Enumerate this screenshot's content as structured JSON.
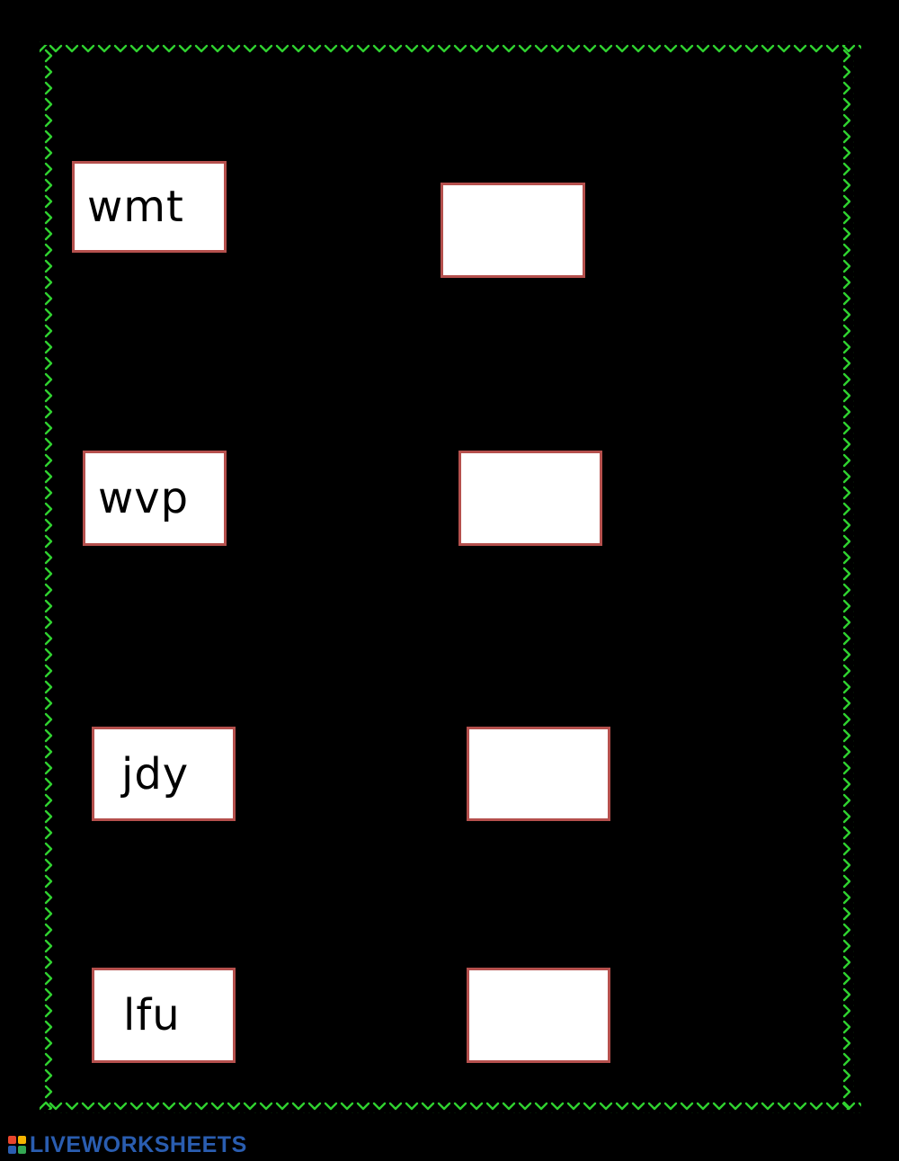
{
  "worksheet": {
    "rows": [
      {
        "scrambled": "wmt",
        "answer_value": ""
      },
      {
        "scrambled": "wvp",
        "answer_value": ""
      },
      {
        "scrambled": "jdy",
        "answer_value": ""
      },
      {
        "scrambled": "lfu",
        "answer_value": ""
      }
    ]
  },
  "colors": {
    "background": "#000000",
    "border_vine": "#2fd12f",
    "box_border": "#b5504d",
    "box_fill": "#ffffff",
    "brand": "#2a5db0"
  },
  "footer": {
    "brand_text": "LIVEWORKSHEETS",
    "brand_icon": "liveworksheets-logo-icon"
  }
}
